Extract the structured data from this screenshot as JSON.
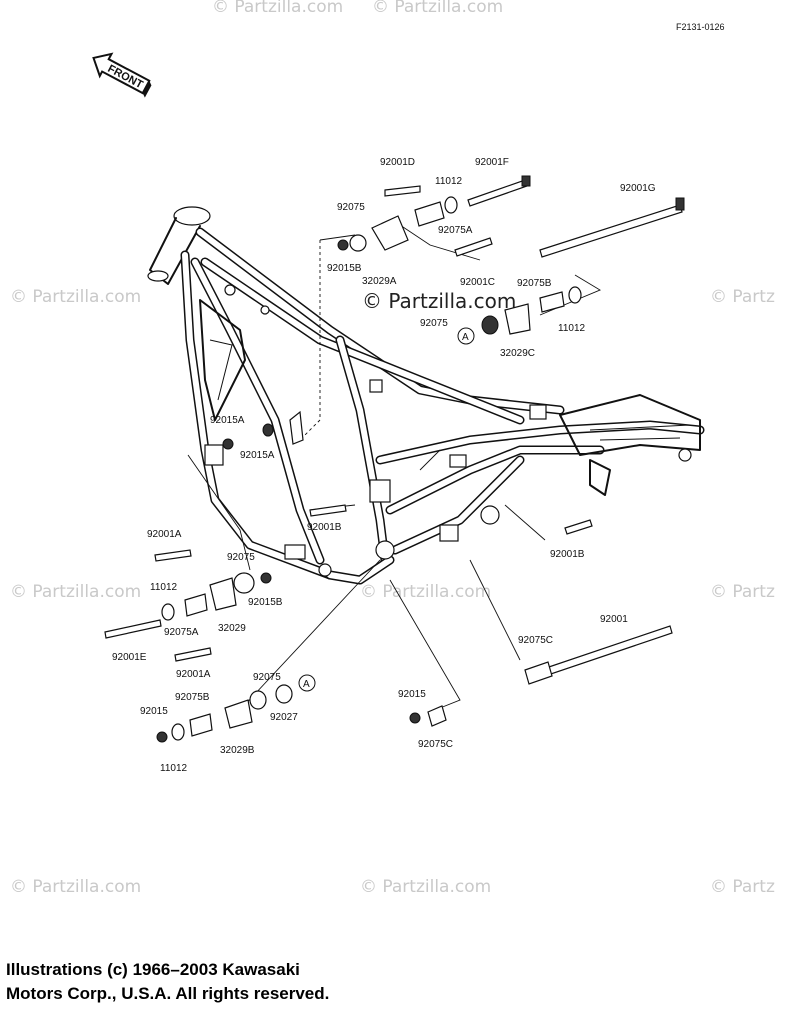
{
  "figure_id": "F2131-0126",
  "front_arrow_label": "FRONT",
  "watermark": {
    "edge_text": "© Partzilla.com",
    "edge_text_cut": "© Partz",
    "center_text": "© Partzilla.com"
  },
  "callouts": {
    "a1": "A",
    "a2": "A"
  },
  "labels": {
    "l_92001D": "92001D",
    "l_92001F": "92001F",
    "l_11012_top": "11012",
    "l_92001G": "92001G",
    "l_92075_top": "92075",
    "l_92075A_top": "92075A",
    "l_92015B_top": "92015B",
    "l_32029A": "32029A",
    "l_92001C": "92001C",
    "l_92075B_top": "92075B",
    "l_92075_mid": "92075",
    "l_11012_mid": "11012",
    "l_32029C": "32029C",
    "l_92015A_1": "92015A",
    "l_92015A_2": "92015A",
    "l_92001B_left": "92001B",
    "l_92001B_right": "92001B",
    "l_92001A_top": "92001A",
    "l_92075_left": "92075",
    "l_11012_left": "11012",
    "l_92015B_left": "92015B",
    "l_92075A_left": "92075A",
    "l_32029": "32029",
    "l_92001E": "92001E",
    "l_92001A_bot": "92001A",
    "l_92001": "92001",
    "l_92075C_right": "92075C",
    "l_92075_bot": "92075",
    "l_92075B_bot": "92075B",
    "l_92015_bot": "92015",
    "l_92027": "92027",
    "l_32029B": "32029B",
    "l_11012_bot": "11012",
    "l_92015_right": "92015",
    "l_92075C_bot": "92075C"
  },
  "footer": {
    "line1": "Illustrations (c) 1966–2003 Kawasaki",
    "line2": "Motors Corp., U.S.A.  All rights reserved."
  }
}
